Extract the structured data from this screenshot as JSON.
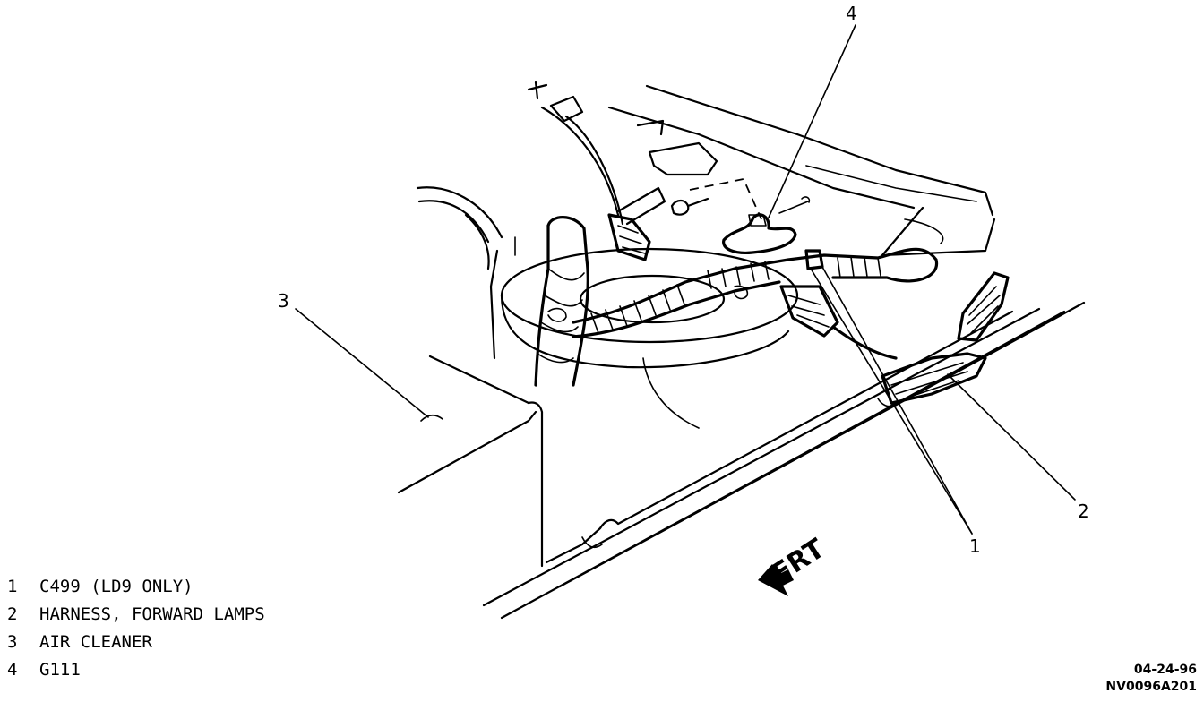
{
  "callouts": [
    {
      "number": "1"
    },
    {
      "number": "2"
    },
    {
      "number": "3"
    },
    {
      "number": "4"
    }
  ],
  "legend": [
    {
      "number": "1",
      "text": "C499 (LD9 ONLY)"
    },
    {
      "number": "2",
      "text": "HARNESS, FORWARD LAMPS"
    },
    {
      "number": "3",
      "text": "AIR CLEANER"
    },
    {
      "number": "4",
      "text": "G111"
    }
  ],
  "direction_label": "FRT",
  "drawing_code": {
    "date": "04-24-96",
    "id": "NV0096A201"
  }
}
